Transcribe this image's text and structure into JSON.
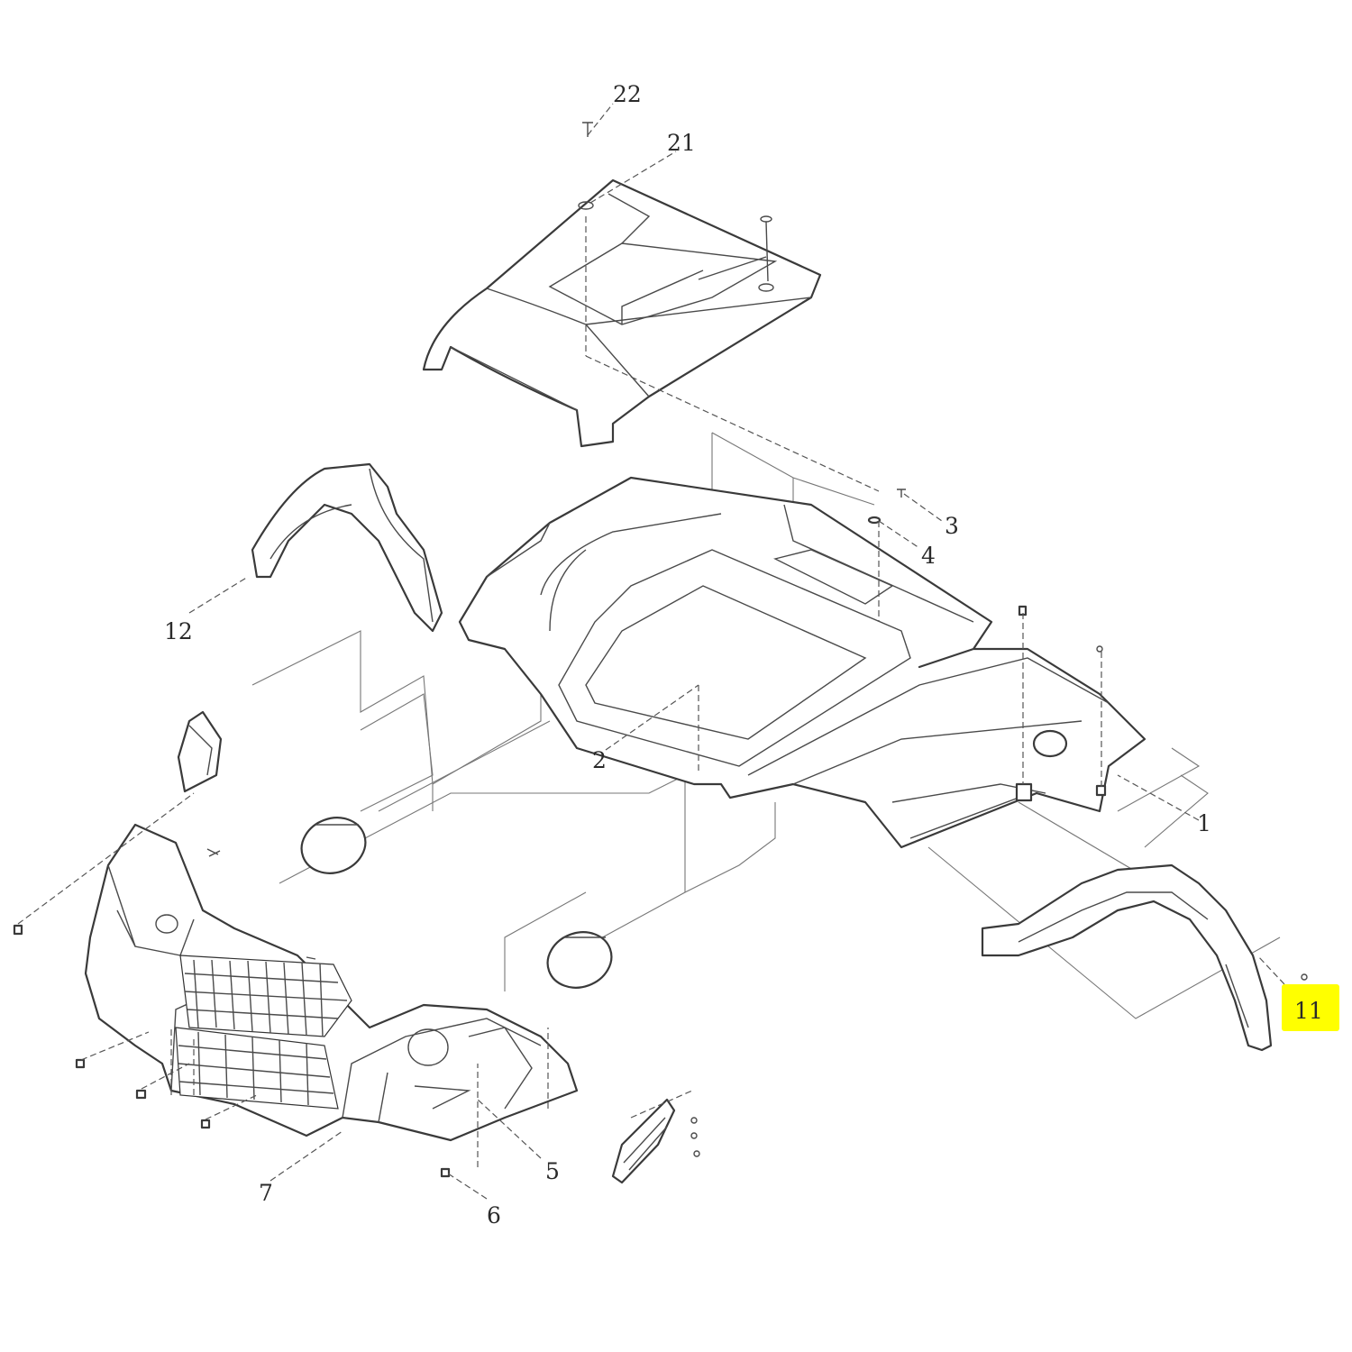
{
  "diagram": {
    "callouts": [
      {
        "id": "22",
        "label": "22"
      },
      {
        "id": "21",
        "label": "21"
      },
      {
        "id": "3",
        "label": "3"
      },
      {
        "id": "4",
        "label": "4"
      },
      {
        "id": "12",
        "label": "12"
      },
      {
        "id": "2",
        "label": "2"
      },
      {
        "id": "1",
        "label": "1"
      },
      {
        "id": "11",
        "label": "11",
        "highlighted": true,
        "highlight_color": "#ffff00"
      },
      {
        "id": "5",
        "label": "5"
      },
      {
        "id": "7",
        "label": "7"
      },
      {
        "id": "6",
        "label": "6"
      }
    ]
  }
}
